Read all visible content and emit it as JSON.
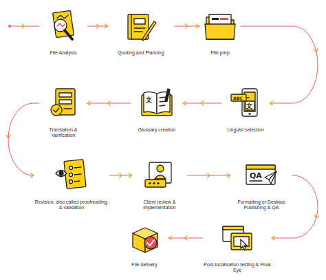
{
  "diagram": {
    "nodes": [
      {
        "text": [
          "File Analysis"
        ]
      },
      {
        "text": [
          "Quoting and Planning"
        ]
      },
      {
        "text": [
          "File prep"
        ]
      },
      {
        "text": [
          "Linguist selection"
        ]
      },
      {
        "text": [
          "Glossary creation"
        ]
      },
      {
        "text": [
          "Translation & Verification"
        ]
      },
      {
        "text": [
          "Revision, also called proofreading, & validation"
        ]
      },
      {
        "text": [
          "Client review & implementation"
        ]
      },
      {
        "text": [
          "Formatting or Desktop Publishing & QA"
        ]
      },
      {
        "text": [
          "Post-localisation testing & Final Eye"
        ]
      },
      {
        "text": [
          "File delivery"
        ]
      }
    ],
    "edges": [
      {
        "from": 0,
        "to": 1,
        "arrow": "to"
      },
      {
        "from": 1,
        "to": 2,
        "arrow": "to"
      },
      {
        "from": 2,
        "to": 3,
        "arrow": "to"
      },
      {
        "from": 3,
        "to": 4,
        "arrow": "to"
      },
      {
        "from": 4,
        "to": 5,
        "arrow": "to"
      },
      {
        "from": 5,
        "to": 6,
        "arrow": "to"
      },
      {
        "from": 6,
        "to": 7,
        "arrow": "to"
      },
      {
        "from": 7,
        "to": 8,
        "arrow": "to"
      },
      {
        "from": 8,
        "to": 9,
        "arrow": "to"
      },
      {
        "from": 9,
        "to": 10,
        "arrow": "to"
      }
    ],
    "labels": [
      "文",
      "ABC",
      "文",
      "QA"
    ]
  }
}
